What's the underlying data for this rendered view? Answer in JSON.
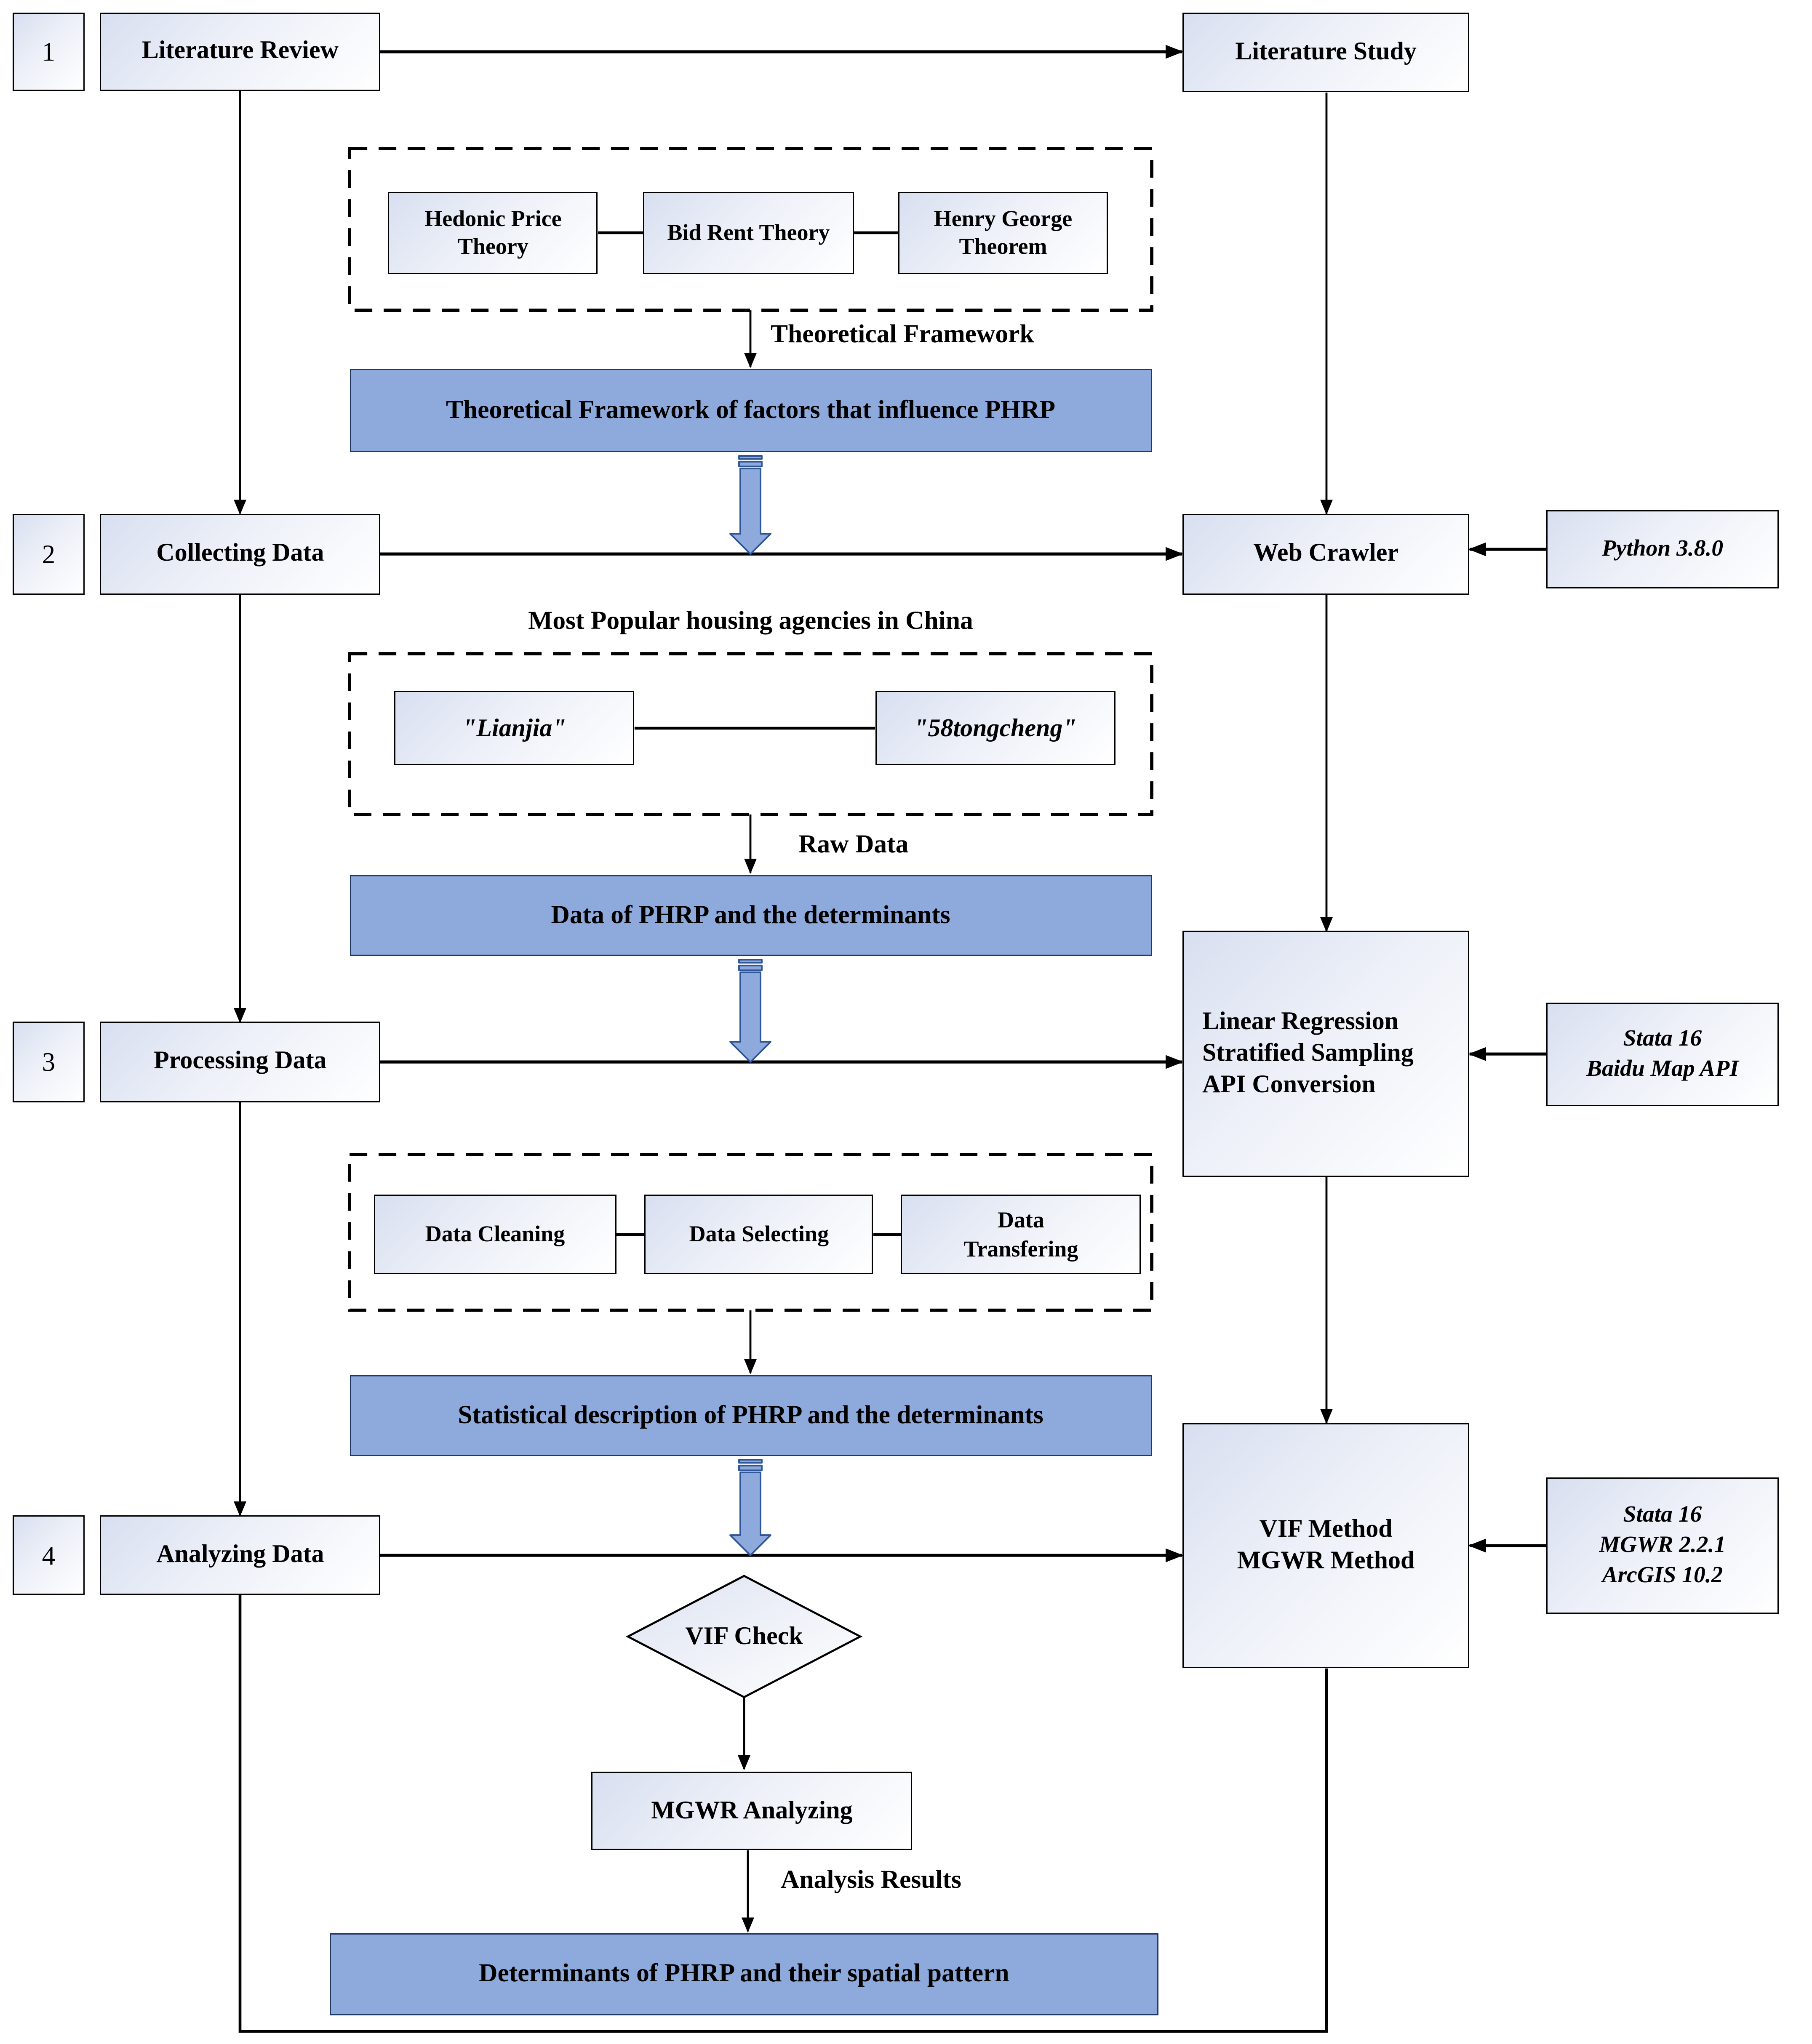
{
  "colors": {
    "blue_fill": "#8EA9DB",
    "blue_border": "#1F3864",
    "box_gradient_start": "#D8DFF0",
    "line_color": "#000000"
  },
  "steps": [
    {
      "num": "1",
      "label": "Literature Review"
    },
    {
      "num": "2",
      "label": "Collecting Data"
    },
    {
      "num": "3",
      "label": "Processing Data"
    },
    {
      "num": "4",
      "label": "Analyzing Data"
    }
  ],
  "right": {
    "literature_study": "Literature Study",
    "web_crawler": "Web Crawler",
    "processing": "Linear Regression\nStratified Sampling\nAPI Conversion",
    "analysis": "VIF Method\nMGWR Method"
  },
  "tools": {
    "python": "Python 3.8.0",
    "stata_baidu": "Stata 16\nBaidu Map API",
    "stata_mgwr_arcgis": "Stata 16\nMGWR 2.2.1\nArcGIS 10.2"
  },
  "theories": {
    "items": [
      "Hedonic Price Theory",
      "Bid Rent Theory",
      "Henry George Theorem"
    ],
    "arrow_label": "Theoretical Framework"
  },
  "agencies": {
    "title": "Most Popular housing agencies  in China",
    "items": [
      "\"Lianjia\"",
      "\"58tongcheng\""
    ],
    "arrow_label": "Raw Data"
  },
  "cleaning": {
    "items": [
      "Data Cleaning",
      "Data Selecting",
      "Data\nTransfering"
    ]
  },
  "blue_boxes": {
    "framework": "Theoretical Framework of factors that influence PHRP",
    "data": "Data of PHRP and the determinants",
    "statistical": "Statistical description of PHRP and the determinants",
    "determinants": "Determinants of PHRP and their spatial pattern"
  },
  "flow": {
    "vif_check": "VIF Check",
    "mgwr_analyzing": "MGWR Analyzing",
    "analysis_results": "Analysis Results"
  }
}
